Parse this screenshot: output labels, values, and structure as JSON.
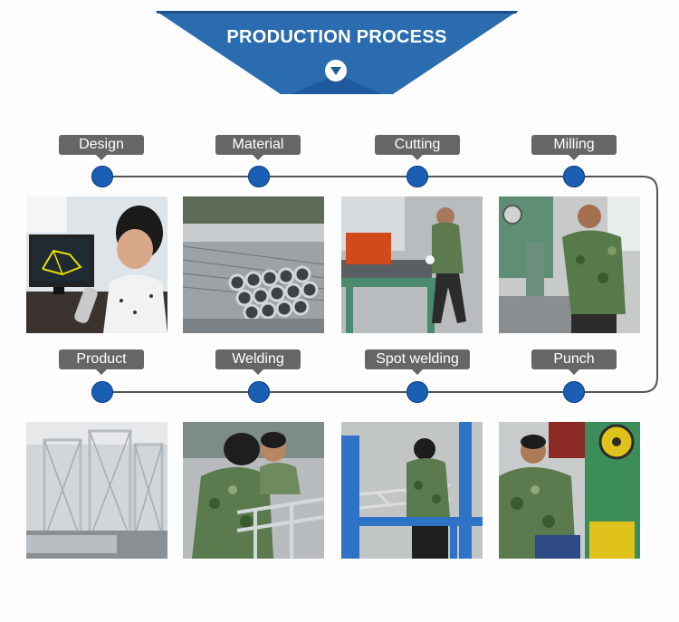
{
  "header": {
    "title": "PRODUCTION PROCESS",
    "icon": "chevron-down-circle-icon",
    "banner_color": "#2b6cb0",
    "banner_dark": "#1c4f8c"
  },
  "colors": {
    "label_bg": "#666666",
    "dot": "#1a5fb4",
    "line": "#555555"
  },
  "steps_row1": [
    {
      "label": "Design",
      "photo": "engineer-at-cad-computer-photo"
    },
    {
      "label": "Material",
      "photo": "aluminum-tubes-stack-photo"
    },
    {
      "label": "Cutting",
      "photo": "worker-at-cutting-machine-photo"
    },
    {
      "label": "Milling",
      "photo": "worker-at-milling-machine-photo"
    }
  ],
  "steps_row2": [
    {
      "label": "Product",
      "photo": "finished-truss-structures-photo"
    },
    {
      "label": "Welding",
      "photo": "welders-at-truss-photo"
    },
    {
      "label": "Spot welding",
      "photo": "spot-welder-at-bench-photo"
    },
    {
      "label": "Punch",
      "photo": "worker-at-punch-press-photo"
    }
  ]
}
